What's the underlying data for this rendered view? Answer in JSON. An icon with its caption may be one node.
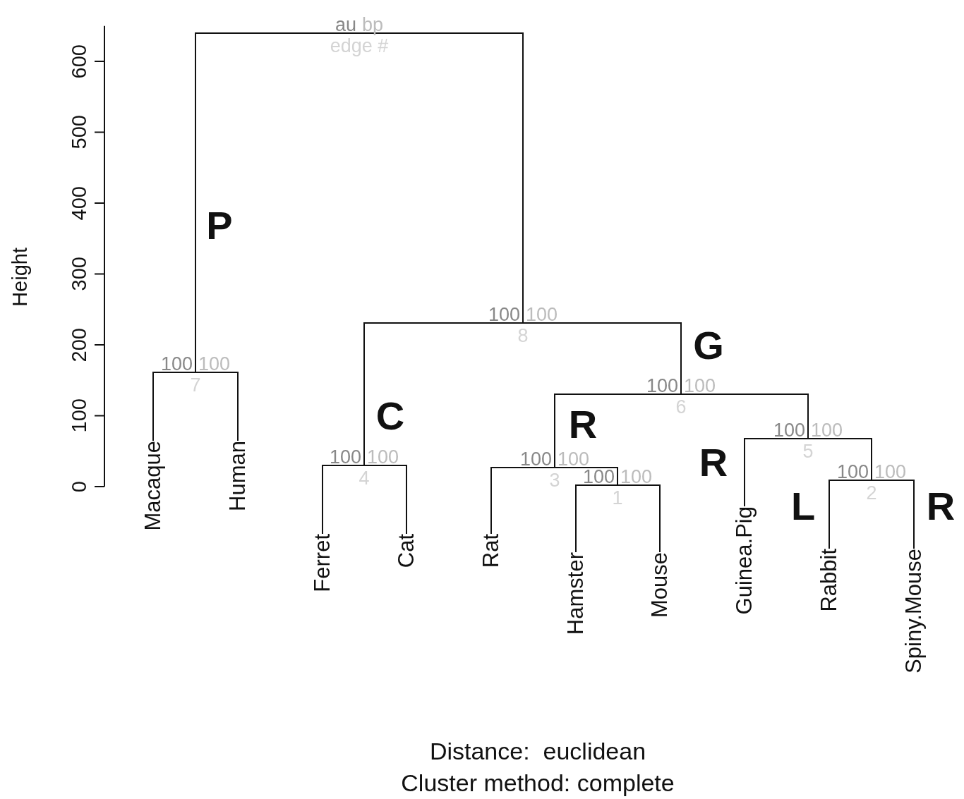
{
  "diagram": {
    "nodes": [
      {
        "text": [
          "au",
          "bp",
          "edge #"
        ]
      },
      {
        "text": [
          "100",
          "100",
          "8"
        ]
      },
      {
        "text": [
          "100",
          "100",
          "7"
        ]
      },
      {
        "text": [
          "100",
          "100",
          "6"
        ]
      },
      {
        "text": [
          "100",
          "100",
          "5"
        ]
      },
      {
        "text": [
          "100",
          "100",
          "3"
        ]
      },
      {
        "text": [
          "100",
          "100",
          "4"
        ]
      },
      {
        "text": [
          "100",
          "100",
          "2"
        ]
      },
      {
        "text": [
          "100",
          "100",
          "1"
        ]
      },
      {
        "text": [
          "Macaque"
        ]
      },
      {
        "text": [
          "Human"
        ]
      },
      {
        "text": [
          "Ferret"
        ]
      },
      {
        "text": [
          "Cat"
        ]
      },
      {
        "text": [
          "Rat"
        ]
      },
      {
        "text": [
          "Hamster"
        ]
      },
      {
        "text": [
          "Mouse"
        ]
      },
      {
        "text": [
          "Guinea.Pig"
        ]
      },
      {
        "text": [
          "Rabbit"
        ]
      },
      {
        "text": [
          "Spiny.Mouse"
        ]
      }
    ],
    "edges": [
      {
        "from": 0,
        "to": 2,
        "arrow": "none"
      },
      {
        "from": 0,
        "to": 1,
        "arrow": "none"
      },
      {
        "from": 2,
        "to": 9,
        "arrow": "none"
      },
      {
        "from": 2,
        "to": 10,
        "arrow": "none"
      },
      {
        "from": 1,
        "to": 6,
        "arrow": "none"
      },
      {
        "from": 1,
        "to": 3,
        "arrow": "none"
      },
      {
        "from": 6,
        "to": 11,
        "arrow": "none"
      },
      {
        "from": 6,
        "to": 12,
        "arrow": "none"
      },
      {
        "from": 3,
        "to": 5,
        "arrow": "none"
      },
      {
        "from": 3,
        "to": 4,
        "arrow": "none"
      },
      {
        "from": 5,
        "to": 13,
        "arrow": "none"
      },
      {
        "from": 5,
        "to": 8,
        "arrow": "none"
      },
      {
        "from": 8,
        "to": 14,
        "arrow": "none"
      },
      {
        "from": 8,
        "to": 15,
        "arrow": "none"
      },
      {
        "from": 4,
        "to": 16,
        "arrow": "none"
      },
      {
        "from": 4,
        "to": 7,
        "arrow": "none"
      },
      {
        "from": 7,
        "to": 17,
        "arrow": "none"
      },
      {
        "from": 7,
        "to": 18,
        "arrow": "none"
      }
    ],
    "labels": [
      "P",
      "G",
      "C",
      "R",
      "R",
      "L",
      "R",
      "0",
      "100",
      "200",
      "300",
      "400",
      "500",
      "600",
      "Height",
      "Distance:  euclidean",
      "Cluster method: complete"
    ]
  }
}
